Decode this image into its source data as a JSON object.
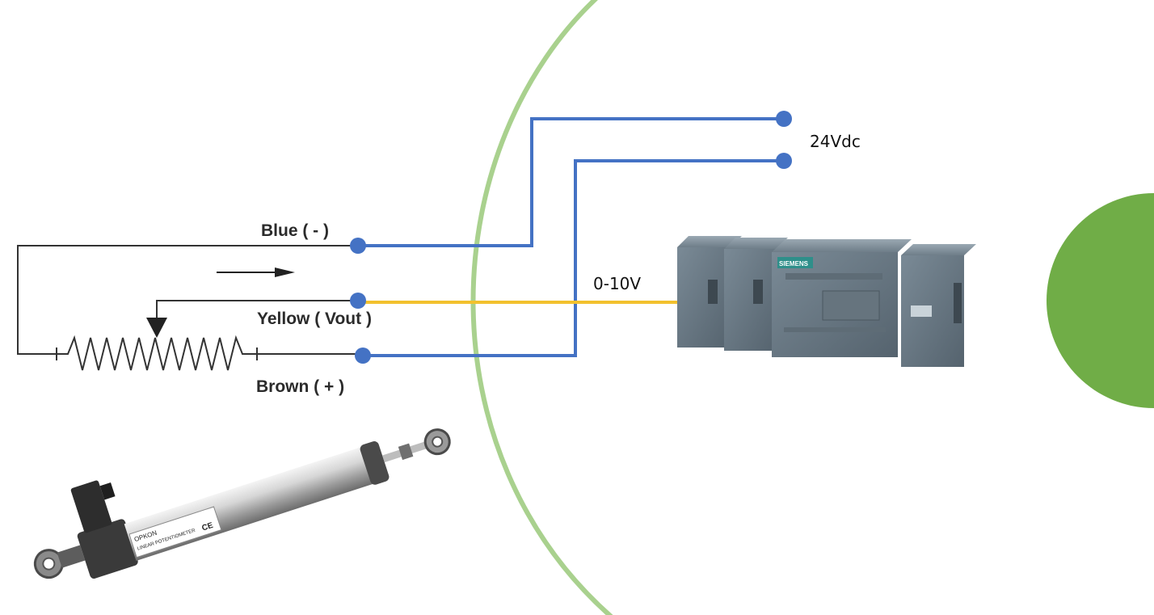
{
  "slide": {
    "background": "#ffffff",
    "accent_arc_color": "#a9d18e",
    "accent_circle_color": "#70ad47"
  },
  "sensor": {
    "labels": {
      "blue": "Blue ( - )",
      "yellow": "Yellow ( Vout )",
      "brown": "Brown ( + )"
    },
    "arrow_icon": "right-arrow-icon",
    "resistor_icon": "potentiometer-symbol-icon",
    "photo": "linear-potentiometer-photo",
    "photo_text": {
      "brand": "OPKON",
      "model": "LINEAR POTENTIOMETER",
      "mark": "CE"
    }
  },
  "wiring": {
    "supply_label": "24Vdc",
    "signal_label": "0-10V",
    "colors": {
      "blue_wire": "#4472c4",
      "yellow_wire": "#f2c12e",
      "schematic_line": "#333333",
      "terminal": "#4472c4"
    }
  },
  "plc": {
    "photo": "siemens-s7-1200-plc-photo",
    "brand_text": "SIEMENS"
  }
}
